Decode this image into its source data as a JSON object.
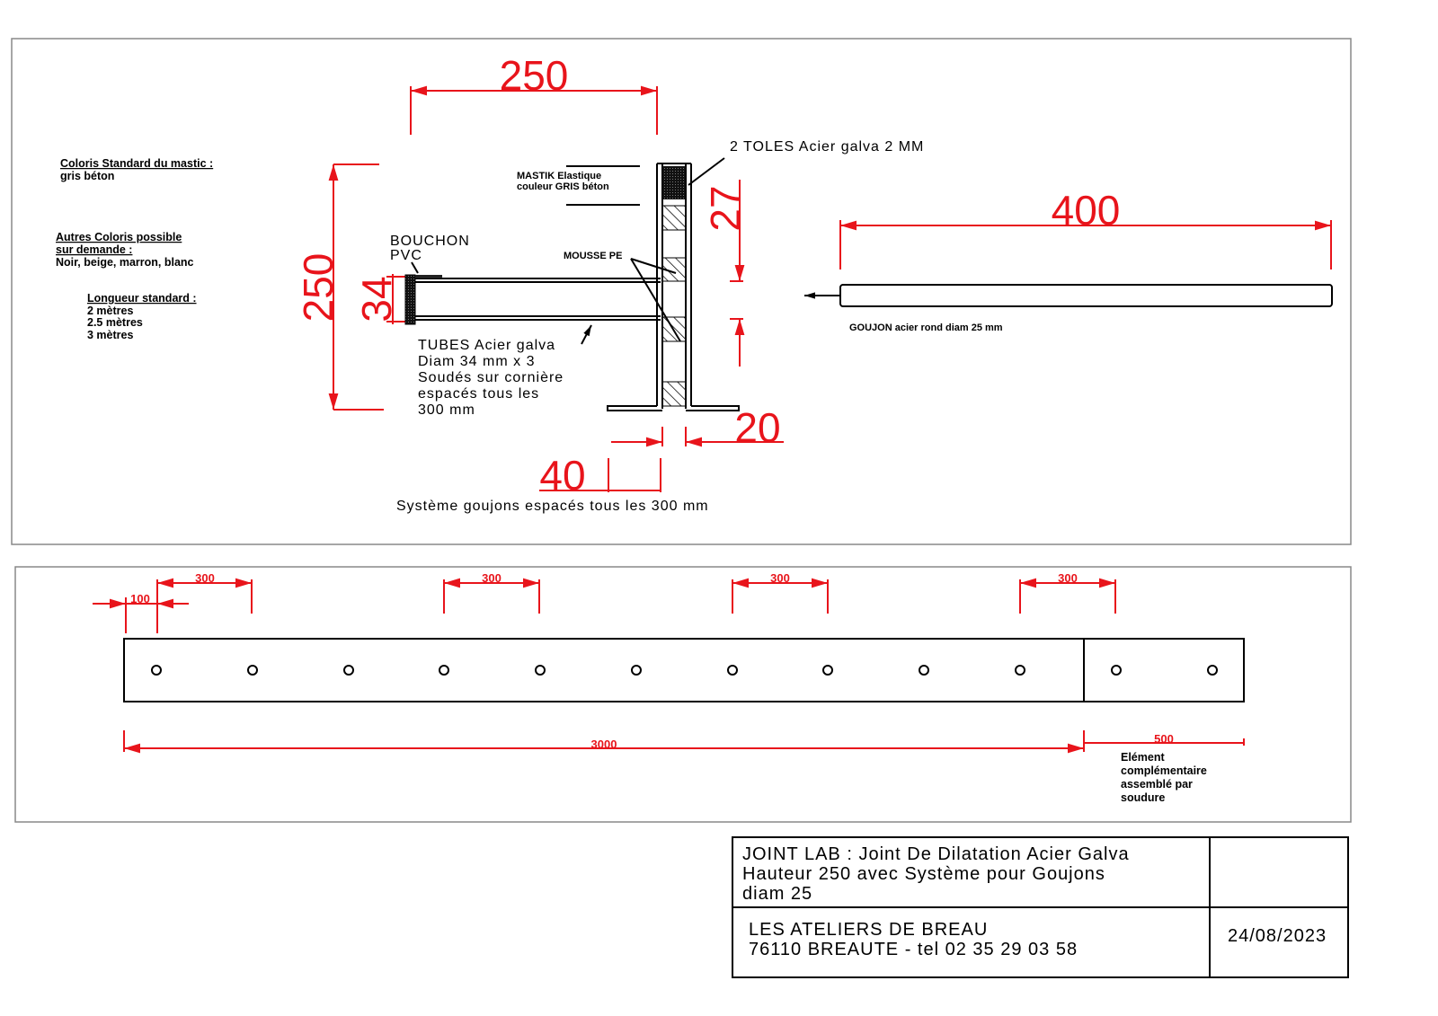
{
  "notes": {
    "mastic_title": "Coloris Standard du mastic :",
    "mastic_value": "gris béton",
    "other_title_1": "Autres Coloris possible",
    "other_title_2": "sur demande :",
    "other_values": "Noir, beige, marron, blanc",
    "length_title": "Longueur standard :",
    "lengths": [
      "2 mètres",
      "2.5 mètres",
      "3 mètres"
    ]
  },
  "section": {
    "dim_width": "250",
    "dim_height": "250",
    "dim_tube": "34",
    "dim_27": "27",
    "dim_20": "20",
    "dim_40": "40",
    "label_toles": "2 TOLES Acier galva 2 MM",
    "label_mastik_1": "MASTIK Elastique",
    "label_mastik_2": "couleur GRIS béton",
    "label_mousse": "MOUSSE PE",
    "label_bouchon_1": "BOUCHON",
    "label_bouchon_2": "PVC",
    "label_tubes": [
      "TUBES Acier galva",
      "Diam 34 mm x 3",
      "Soudés sur cornière",
      "espacés tous les",
      "300 mm"
    ],
    "caption": "Système goujons espacés tous les 300 mm"
  },
  "goujon": {
    "dim_length": "400",
    "label": "GOUJON acier rond diam 25 mm"
  },
  "plan": {
    "dim_spacing": [
      "300",
      "300",
      "300",
      "300"
    ],
    "dim_offset": "100",
    "dim_main": "3000",
    "dim_extra": "500",
    "extra_note": [
      "Elément",
      "complémentaire",
      "assemblé par",
      "soudure"
    ]
  },
  "title_block": {
    "title": [
      "JOINT LAB : Joint De Dilatation Acier Galva",
      "Hauteur 250 avec Système pour Goujons",
      "diam 25"
    ],
    "company": "LES ATELIERS DE BREAU",
    "address": "76110 BREAUTE - tel 02 35 29 03 58",
    "date": "24/08/2023"
  },
  "colors": {
    "dimension": "#e8141b",
    "line": "#000000"
  }
}
